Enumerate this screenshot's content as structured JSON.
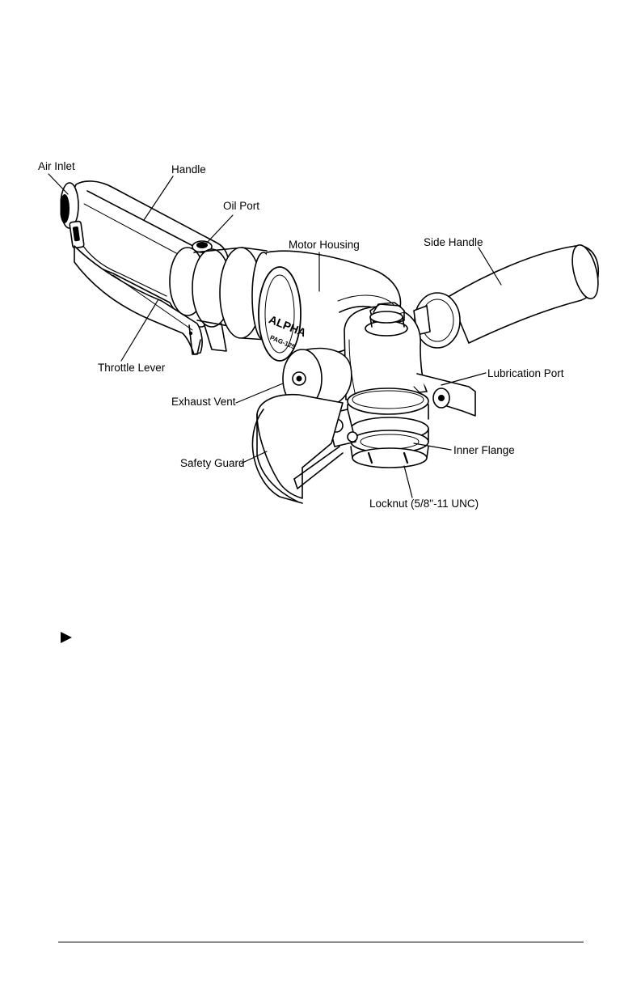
{
  "diagram": {
    "brand_logo": "ALPHA",
    "model_mark": "PAG-125",
    "labels": {
      "air_inlet": "Air Inlet",
      "handle": "Handle",
      "oil_port": "Oil Port",
      "motor_housing": "Motor Housing",
      "side_handle": "Side Handle",
      "throttle_lever": "Throttle Lever",
      "lubrication_port": "Lubrication Port",
      "exhaust_vent": "Exhaust Vent",
      "inner_flange": "Inner Flange",
      "safety_guard": "Safety Guard",
      "locknut": "Locknut (5/8\"-11 UNC)"
    }
  },
  "icons": {
    "bullet": "triangle-right-icon"
  }
}
